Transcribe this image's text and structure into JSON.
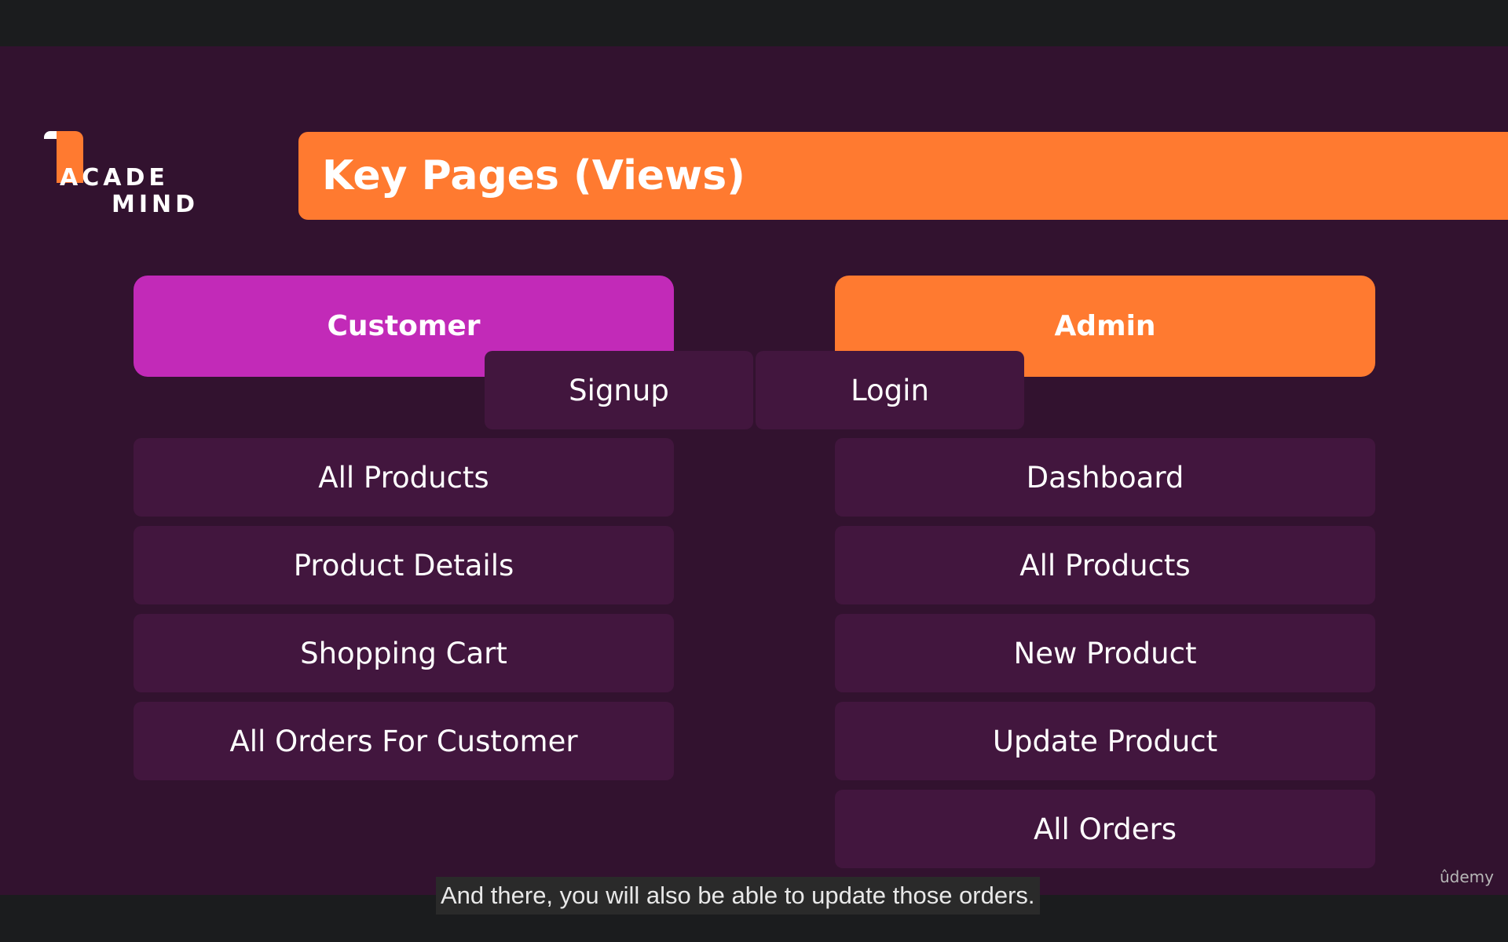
{
  "logo": {
    "line1": "ACADE",
    "line2": "MIND",
    "icon": "academind-flag-icon"
  },
  "title": "Key Pages (Views)",
  "colors": {
    "slide_bg": "#32122f",
    "orange": "#ff7a30",
    "magenta": "#c22ab8",
    "tile_bg": "#42163e"
  },
  "columns": {
    "customer": {
      "label": "Customer"
    },
    "admin": {
      "label": "Admin"
    }
  },
  "shared": {
    "signup": "Signup",
    "login": "Login"
  },
  "customer_pages": [
    "All Products",
    "Product Details",
    "Shopping Cart",
    "All Orders For Customer"
  ],
  "admin_pages": [
    "Dashboard",
    "All Products",
    "New Product",
    "Update Product",
    "All Orders"
  ],
  "watermark": "ûdemy",
  "caption": "And there, you will also be able to update those orders."
}
